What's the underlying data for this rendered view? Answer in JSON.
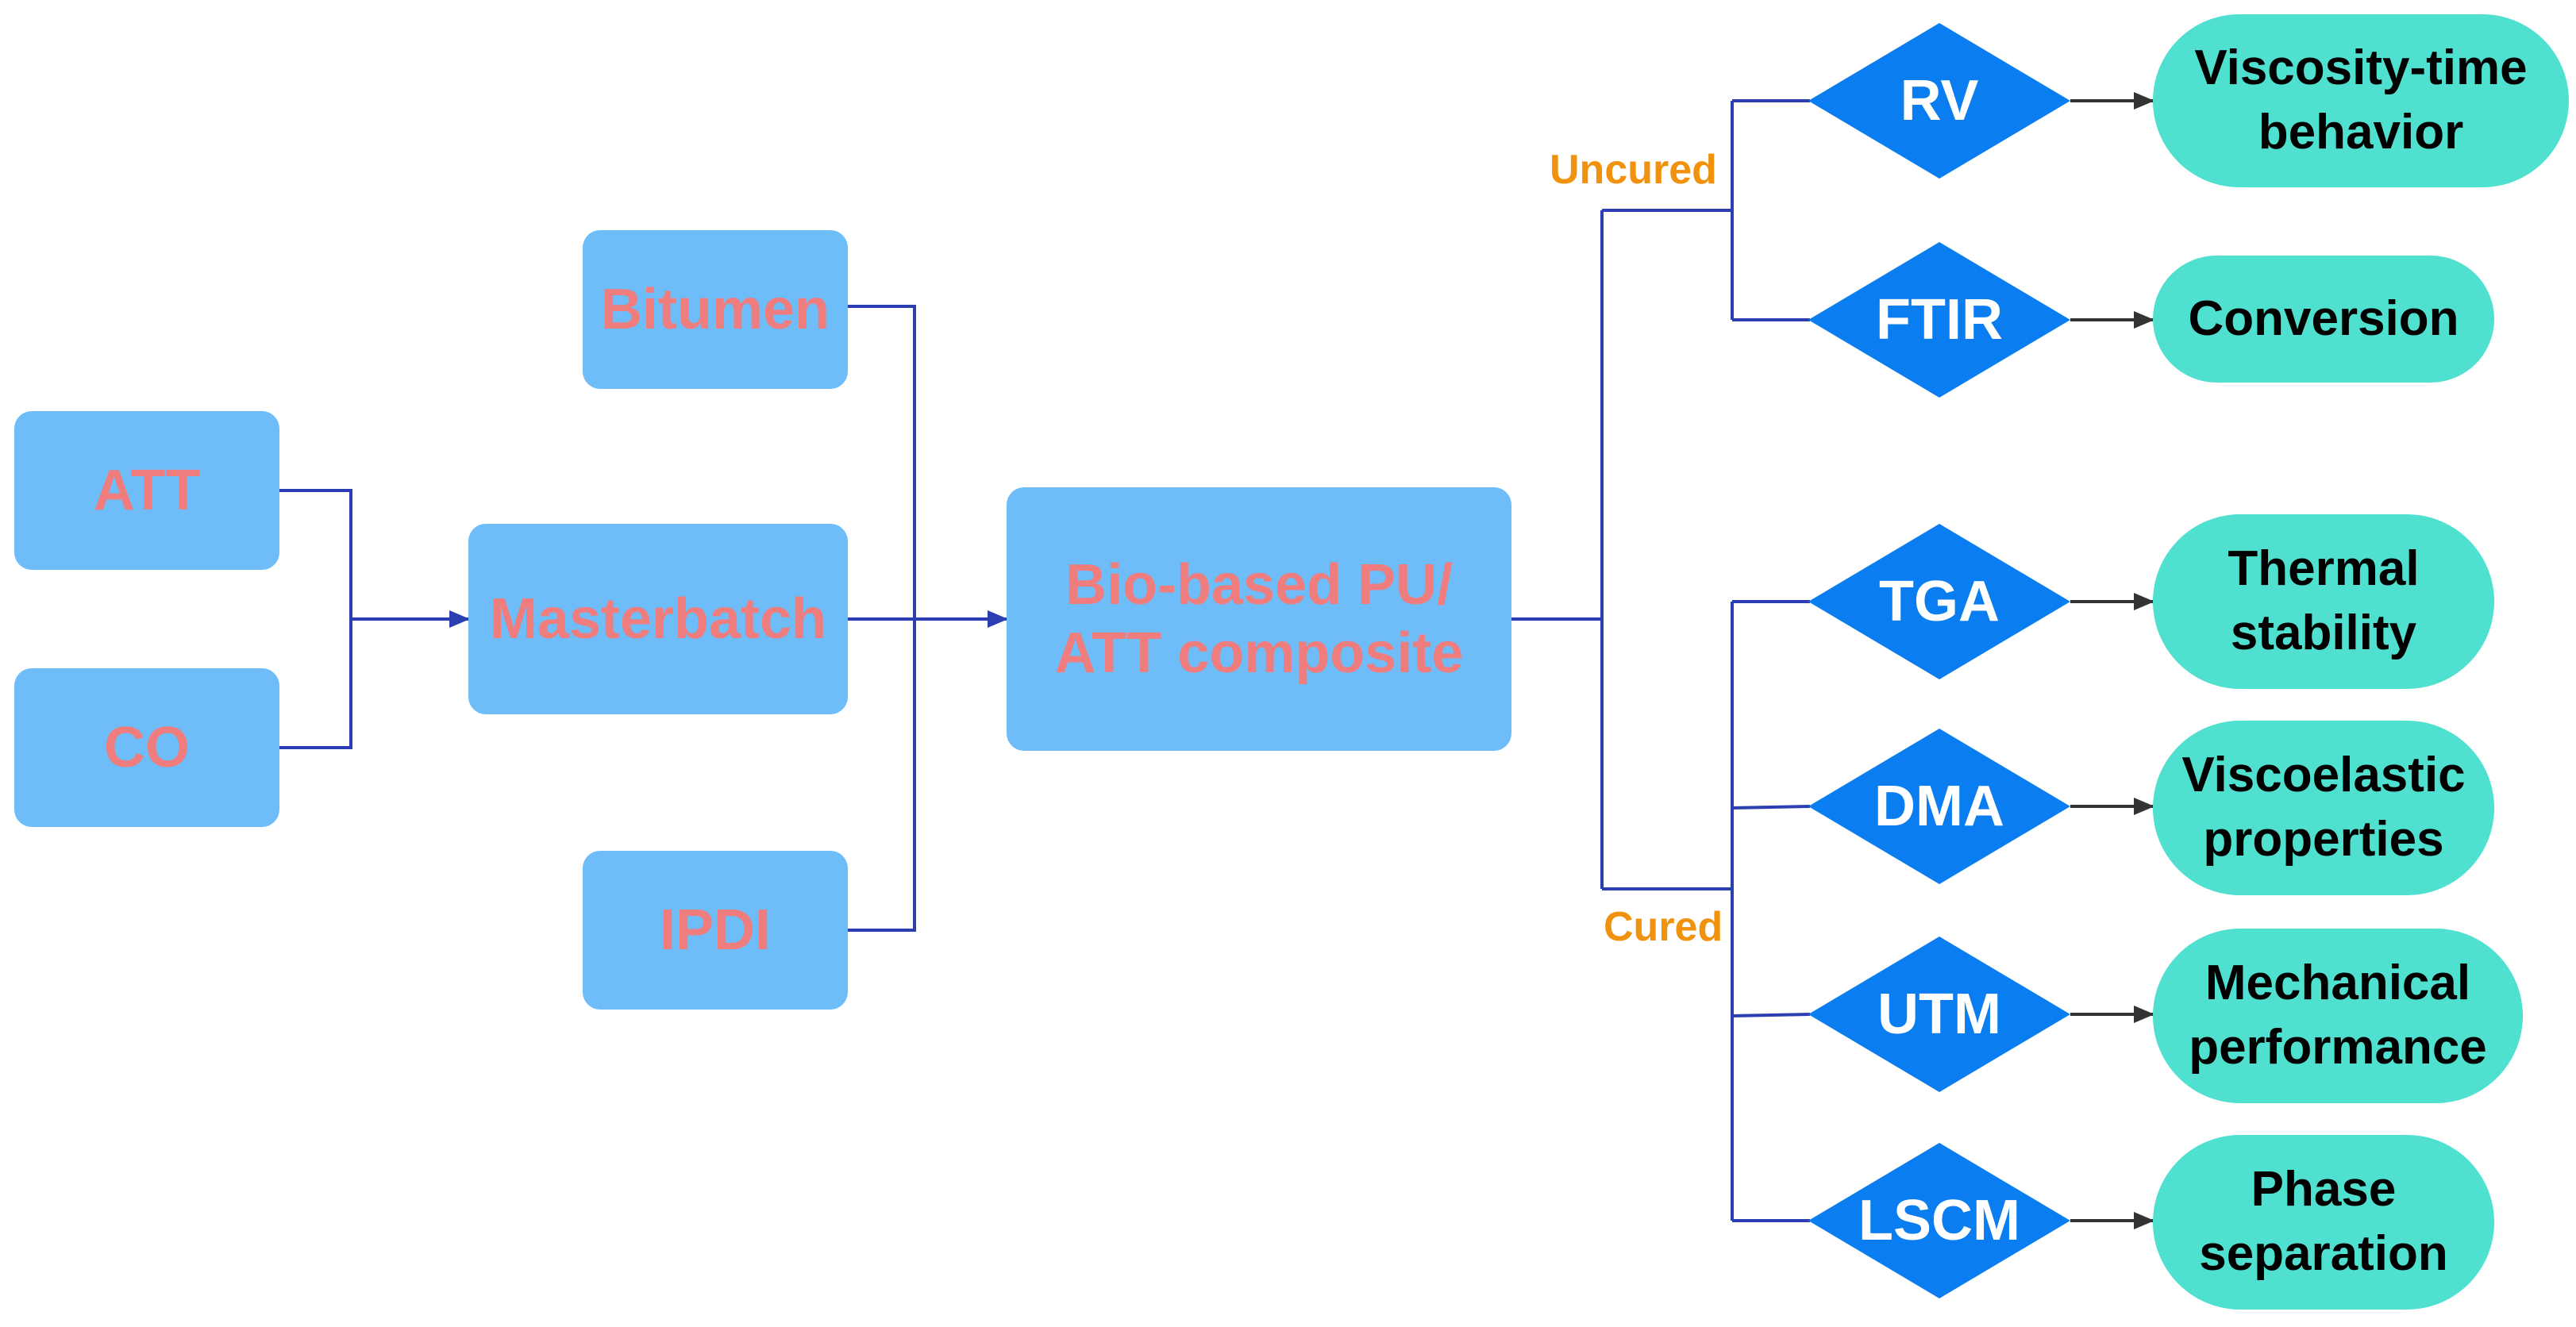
{
  "inputs": {
    "att": "ATT",
    "co": "CO",
    "bitumen": "Bitumen",
    "masterbatch": "Masterbatch",
    "ipdi": "IPDI"
  },
  "composite": {
    "line1": "Bio-based PU/",
    "line2": "ATT composite"
  },
  "branches": {
    "uncured": "Uncured",
    "cured": "Cured"
  },
  "tests": [
    {
      "method": "RV",
      "result_line1": "Viscosity-time",
      "result_line2": "behavior"
    },
    {
      "method": "FTIR",
      "result_line1": "Conversion",
      "result_line2": ""
    },
    {
      "method": "TGA",
      "result_line1": "Thermal",
      "result_line2": "stability"
    },
    {
      "method": "DMA",
      "result_line1": "Viscoelastic",
      "result_line2": "properties"
    },
    {
      "method": "UTM",
      "result_line1": "Mechanical",
      "result_line2": "performance"
    },
    {
      "method": "LSCM",
      "result_line1": "Phase",
      "result_line2": "separation"
    }
  ],
  "colors": {
    "box_fill": "#6ebdf9",
    "box_text": "#f07d7d",
    "diamond_fill": "#0a7df0",
    "pill_fill": "#4fe0cf",
    "connector": "#2b3fb3",
    "branch_label": "#f0920d"
  }
}
